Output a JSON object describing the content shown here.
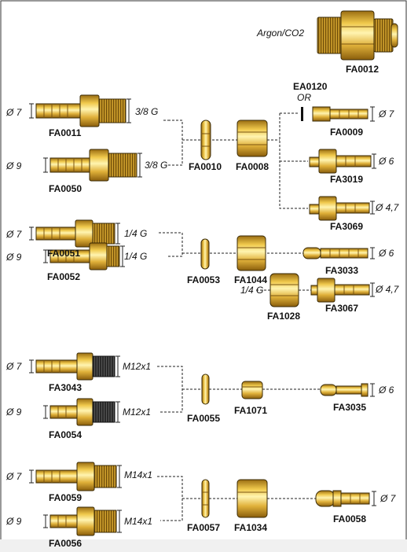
{
  "colors": {
    "brass_light": "#f7e27a",
    "brass_mid": "#e2b83a",
    "brass_dark": "#9a6d12",
    "outline": "#3a2a05",
    "line": "#222222"
  },
  "labels": {
    "argon": "Argon/CO2",
    "fa0012": "FA0012",
    "ea0120": "EA0120",
    "or": "OR",
    "g1": {
      "inlet_a_dia": "Ø 7",
      "inlet_a_code": "FA0011",
      "inlet_a_thread": "3/8 G",
      "inlet_b_dia": "Ø 9",
      "inlet_b_code": "FA0050",
      "inlet_b_thread": "3/8 G",
      "washer": "FA0010",
      "nut": "FA0008",
      "out1_code": "FA0009",
      "out1_dia": "Ø 7",
      "out2_code": "FA3019",
      "out2_dia": "Ø 6",
      "out3_code": "FA3069",
      "out3_dia": "Ø 4,7"
    },
    "g2": {
      "inlet_a_dia": "Ø 7",
      "inlet_a_code": "FA0051",
      "inlet_a_thread": "1/4 G",
      "inlet_b_dia": "Ø 9",
      "inlet_b_code": "FA0052",
      "inlet_b_thread": "1/4 G",
      "washer": "FA0053",
      "nut": "FA1044",
      "out1_code": "FA3033",
      "out1_dia": "Ø 6",
      "nut2_thread": "1/4 G",
      "nut2_code": "FA1028",
      "out2_code": "FA3067",
      "out2_dia": "Ø 4,7"
    },
    "g3": {
      "inlet_a_dia": "Ø 7",
      "inlet_a_code": "FA3043",
      "inlet_a_thread": "M12x1",
      "inlet_b_dia": "Ø 9",
      "inlet_b_code": "FA0054",
      "inlet_b_thread": "M12x1",
      "washer": "FA0055",
      "nut": "FA1071",
      "out1_code": "FA3035",
      "out1_dia": "Ø 6"
    },
    "g4": {
      "inlet_a_dia": "Ø 7",
      "inlet_a_code": "FA0059",
      "inlet_a_thread": "M14x1",
      "inlet_b_dia": "Ø 9",
      "inlet_b_code": "FA0056",
      "inlet_b_thread": "M14x1",
      "washer": "FA0057",
      "nut": "FA1034",
      "out1_code": "FA0058",
      "out1_dia": "Ø 7"
    }
  }
}
